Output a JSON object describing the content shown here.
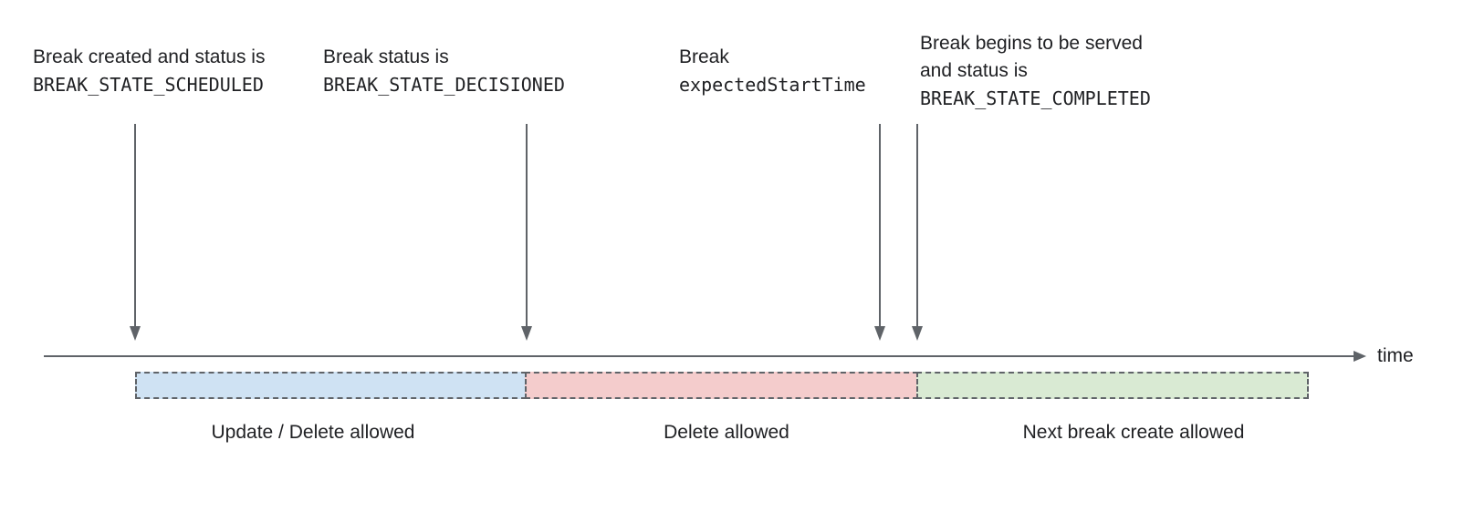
{
  "diagram": {
    "type": "timeline",
    "time_axis_label": "time",
    "annotations": [
      {
        "text": "Break created and status is",
        "code": "BREAK_STATE_SCHEDULED"
      },
      {
        "text": "Break status is",
        "code": "BREAK_STATE_DECISIONED"
      },
      {
        "text": "Break",
        "code": "expectedStartTime"
      },
      {
        "text": "Break begins to be served",
        "text2": "and status is",
        "code": "BREAK_STATE_COMPLETED"
      }
    ],
    "segments": [
      {
        "label": "Update / Delete allowed",
        "color": "#cfe2f3"
      },
      {
        "label": "Delete allowed",
        "color": "#f4cccc"
      },
      {
        "label": "Next break create allowed",
        "color": "#d9ead3"
      }
    ],
    "colors": {
      "line": "#5f6368",
      "text": "#202124",
      "segment_border": "#5f6368"
    }
  }
}
